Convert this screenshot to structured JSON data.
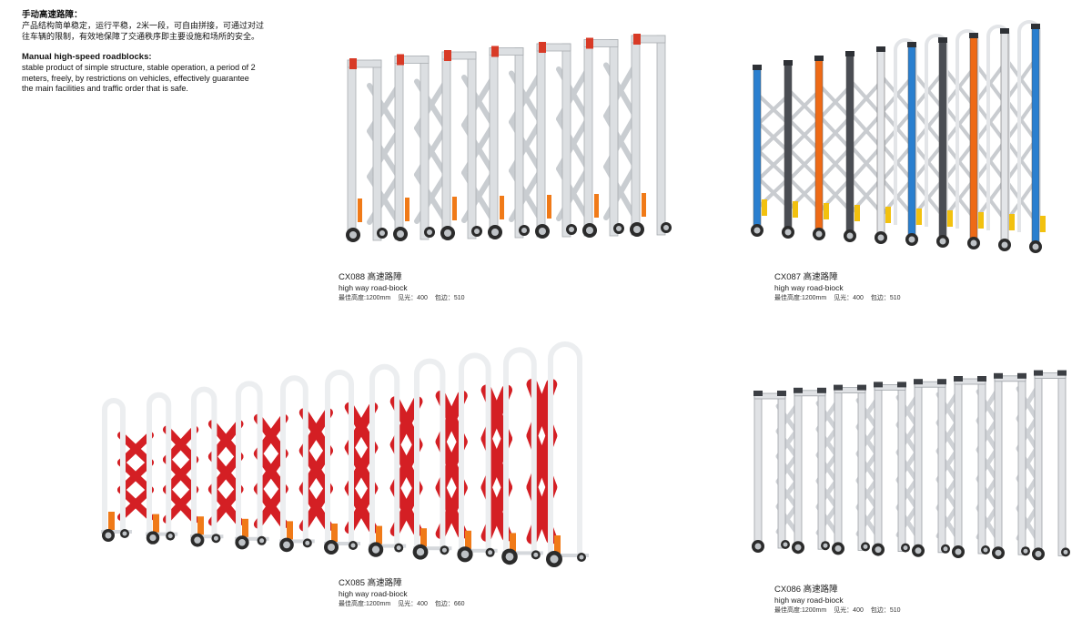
{
  "intro": {
    "title_cn": "手动高速路障：",
    "desc_cn_1": "产品结构简单稳定，运行平稳，2米一段，可自由拼接，可通过对过",
    "desc_cn_2": "往车辆的限制，有效地保障了交通秩序即主要设施和场所的安全。",
    "title_en": "Manual high-speed roadblocks:",
    "desc_en_1": "stable product of simple structure, stable operation, a period of 2",
    "desc_en_2": "meters, freely, by restrictions on vehicles, effectively guarantee",
    "desc_en_3": "the main facilities and traffic order that is safe."
  },
  "products": [
    {
      "code": "CX088 高速路障",
      "subtitle": "high way road-biock",
      "spec_height": "最佳高度:1200mm",
      "spec_gap": "见光：400",
      "spec_edge": "包边：510",
      "colors": {
        "frame": "#dcdfe2",
        "cross": "#c9cdd1",
        "cap": "#d83a26",
        "accent": "#f07a18"
      }
    },
    {
      "code": "CX087 高速路障",
      "subtitle": "high way road-biock",
      "spec_height": "最佳高度:1200mm",
      "spec_gap": "见光：400",
      "spec_edge": "包边：510",
      "colors": {
        "blue": "#2a7fcf",
        "gray": "#4a4d53",
        "orange": "#ee6a16",
        "frame": "#e3e5e8",
        "cross": "#c9ccd0",
        "yellow": "#f2c10f"
      }
    },
    {
      "code": "CX085 高速路障",
      "subtitle": "high way road-biock",
      "spec_height": "最佳高度:1200mm",
      "spec_gap": "见光：400",
      "spec_edge": "包边：660",
      "colors": {
        "frame": "#eceef0",
        "cross": "#d41f24",
        "accent": "#f07a18"
      }
    },
    {
      "code": "CX086 高速路障",
      "subtitle": "high way road-biock",
      "spec_height": "最佳高度:1200mm",
      "spec_gap": "见光：400",
      "spec_edge": "包边：510",
      "colors": {
        "frame": "#e0e2e5",
        "cross": "#cfd2d6",
        "cap": "#3c3f44"
      }
    }
  ]
}
